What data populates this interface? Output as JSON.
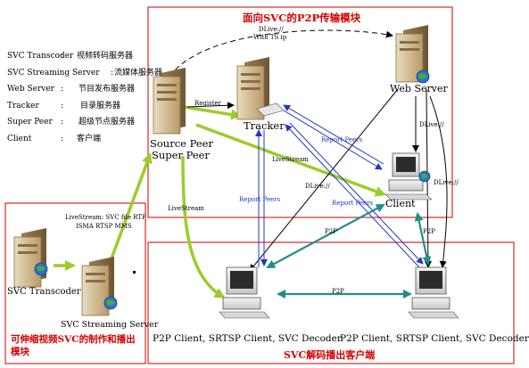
{
  "panels": {
    "p2p_module_title": "面向SVC的P2P传输模块",
    "production_module_title": "可伸缩视频SVC的制作和播出模块",
    "client_module_title": "SVC解码播出客户端"
  },
  "legend": [
    {
      "term": "SVC Transcoder",
      "sep": ":",
      "desc": "视频转码服务器"
    },
    {
      "term": "SVC Streaming Server",
      "sep": ":",
      "desc": "流媒体服务器"
    },
    {
      "term": "Web Server",
      "sep": ":",
      "desc": "节目发布服务器"
    },
    {
      "term": "Tracker",
      "sep": ":",
      "desc": "目录服务器"
    },
    {
      "term": "Super Peer",
      "sep": ":",
      "desc": "超级节点服务器"
    },
    {
      "term": "Client",
      "sep": ":",
      "desc": "客户端"
    }
  ],
  "nodes": {
    "source_peer": "Source Peer",
    "super_peer": "Super Peer",
    "tracker": "Tracker",
    "web_server": "Web Server",
    "client": "Client",
    "svc_transcoder": "SVC Transcoder",
    "svc_streaming_server": "SVC Streaming Server",
    "decoder_client_left": "P2P Client, SRTSP Client, SVC Decoder",
    "decoder_client_right": "P2P Client, SRTSP Client, SVC Decoder"
  },
  "edge_labels": {
    "dlive_ts": "DLive://",
    "with_ts_ip": "With TS ip",
    "register": "Register",
    "report_peers_top": "Report Peers",
    "report_peers_left": "Report Peers",
    "report_peers_right": "Report Peers",
    "livestream_mid": "LiveStream",
    "livestream_left": "LiveStream",
    "dlive_mid": "DLive://",
    "dlive_right1": "DLive://",
    "dlive_right2": "DLive://",
    "p2p_left": "P2P",
    "p2p_right": "P2P",
    "p2p_bottom": "P2P",
    "livestream_formats_1": "LiveStream: SVC file RTP",
    "livestream_formats_2": "ISMA RTSP MMS"
  },
  "colors": {
    "panel_border": "#d42a2a",
    "stream_green": "#9ccc2c",
    "teal": "#1f8f8a",
    "report_blue": "#2438c0",
    "black": "#000000"
  }
}
